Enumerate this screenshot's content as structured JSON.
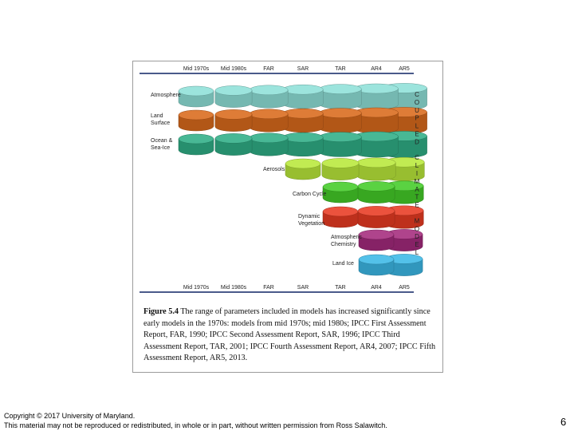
{
  "eras": [
    "Mid 1970s",
    "Mid 1980s",
    "FAR",
    "SAR",
    "TAR",
    "AR4",
    "AR5"
  ],
  "components": [
    {
      "label": "Atmosphere",
      "first_era": 0,
      "color": "#8fe0d8"
    },
    {
      "label": "Land\nSurface",
      "first_era": 0,
      "color": "#d96a1c"
    },
    {
      "label": "Ocean &\nSea-Ice",
      "first_era": 0,
      "color": "#2fae86"
    },
    {
      "label": "Aerosols",
      "first_era": 3,
      "color": "#b9e83a"
    },
    {
      "label": "Carbon Cycle",
      "first_era": 4,
      "color": "#44cc28"
    },
    {
      "label": "Dynamic\nVegetation",
      "first_era": 4,
      "color": "#e83a22"
    },
    {
      "label": "Atmospheric\nChemistry",
      "first_era": 5,
      "color": "#a42a7c"
    },
    {
      "label": "Land Ice",
      "first_era": 5,
      "color": "#3cb8e6"
    }
  ],
  "vertical_label": {
    "coupled": "COUPLED",
    "climate": "CLIMATE",
    "model": "MODEL"
  },
  "caption": {
    "prefix": "Figure 5.4",
    "text": " The range of parameters included in models has increased significantly since early models in the 1970s: models from mid 1970s; mid 1980s; IPCC First Assessment Report, FAR, 1990; IPCC Second Assessment Report, SAR, 1996; IPCC Third Assessment Report, TAR, 2001; IPCC Fourth Assessment Report, AR4, 2007; IPCC Fifth Assessment Report, AR5, 2013."
  },
  "footer": {
    "line1": "Copyright © 2017 University of Maryland.",
    "line2": "This material may not be reproduced or redistributed, in whole or in part, without written permission from Ross Salawitch."
  },
  "page_number": "6"
}
